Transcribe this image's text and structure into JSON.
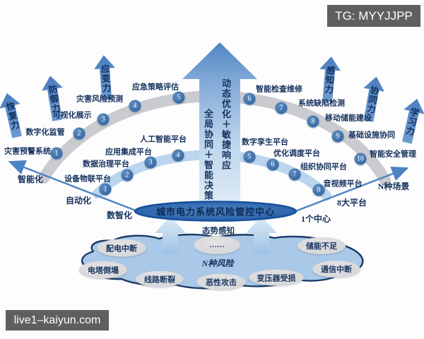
{
  "watermarks": {
    "top_right": "TG: MYYJJPP",
    "bottom_left": "live1–kaiyun.com"
  },
  "center": {
    "hub_label": "城市电力系统风险管控中心",
    "arrow_text_front": "动态优化＋敏捷响应",
    "arrow_text_back": "全局协同＋智能决策",
    "situational_awareness": "态势感知",
    "dots": "……"
  },
  "capability_arrows": [
    {
      "label": "恢复力"
    },
    {
      "label": "防御力"
    },
    {
      "label": "应变力"
    },
    {
      "label": "感知力"
    },
    {
      "label": "协同力"
    },
    {
      "label": "学习力"
    }
  ],
  "outer_arc": {
    "items": [
      {
        "num": "1",
        "label": "灾害预警系统"
      },
      {
        "num": "2",
        "label": "数字化监管"
      },
      {
        "num": "3",
        "label": "可视化展示"
      },
      {
        "num": "4",
        "label": "灾害风险预测"
      },
      {
        "num": "5",
        "label": "应急策略评估"
      },
      {
        "num": "6",
        "label": "智能检查维修"
      },
      {
        "num": "7",
        "label": "系统缺陷检测"
      },
      {
        "num": "8",
        "label": "移动储能建设"
      },
      {
        "num": "9",
        "label": "基础设施协同"
      },
      {
        "num": "10",
        "label": "智能安全管理"
      }
    ]
  },
  "inner_arc": {
    "items": [
      {
        "num": "1",
        "label": "设备物联平台"
      },
      {
        "num": "2",
        "label": "数据治理平台"
      },
      {
        "num": "3",
        "label": "应用集成平台"
      },
      {
        "num": "4",
        "label": "人工智能平台"
      },
      {
        "num": "5",
        "label": "数字孪生平台"
      },
      {
        "num": "6",
        "label": "优化调度平台"
      },
      {
        "num": "7",
        "label": "组织协同平台"
      },
      {
        "num": "8",
        "label": "音视频平台"
      }
    ]
  },
  "left_axis_labels": [
    "智能化",
    "自动化",
    "数智化"
  ],
  "right_axis_labels": [
    "N种场景",
    "8大平台",
    "1个中心"
  ],
  "risk_cloud": {
    "title": "N种风险",
    "risks": [
      "配电中断",
      "电塔倒塌",
      "线路断裂",
      "恶性攻击",
      "变压器受损",
      "通信中断",
      "储能不足"
    ]
  },
  "colors": {
    "arrow_blue": "#4d80bf",
    "band_gray": "#c7c8ce",
    "band_blue": "#b7d3ed",
    "hub_blue": "#2f6ab0",
    "cloud_blue": "#aac9e8",
    "bubble_gray": "#d8d9db",
    "text_navy": "#14305c",
    "watermark_gray": "#5f5f5f"
  }
}
